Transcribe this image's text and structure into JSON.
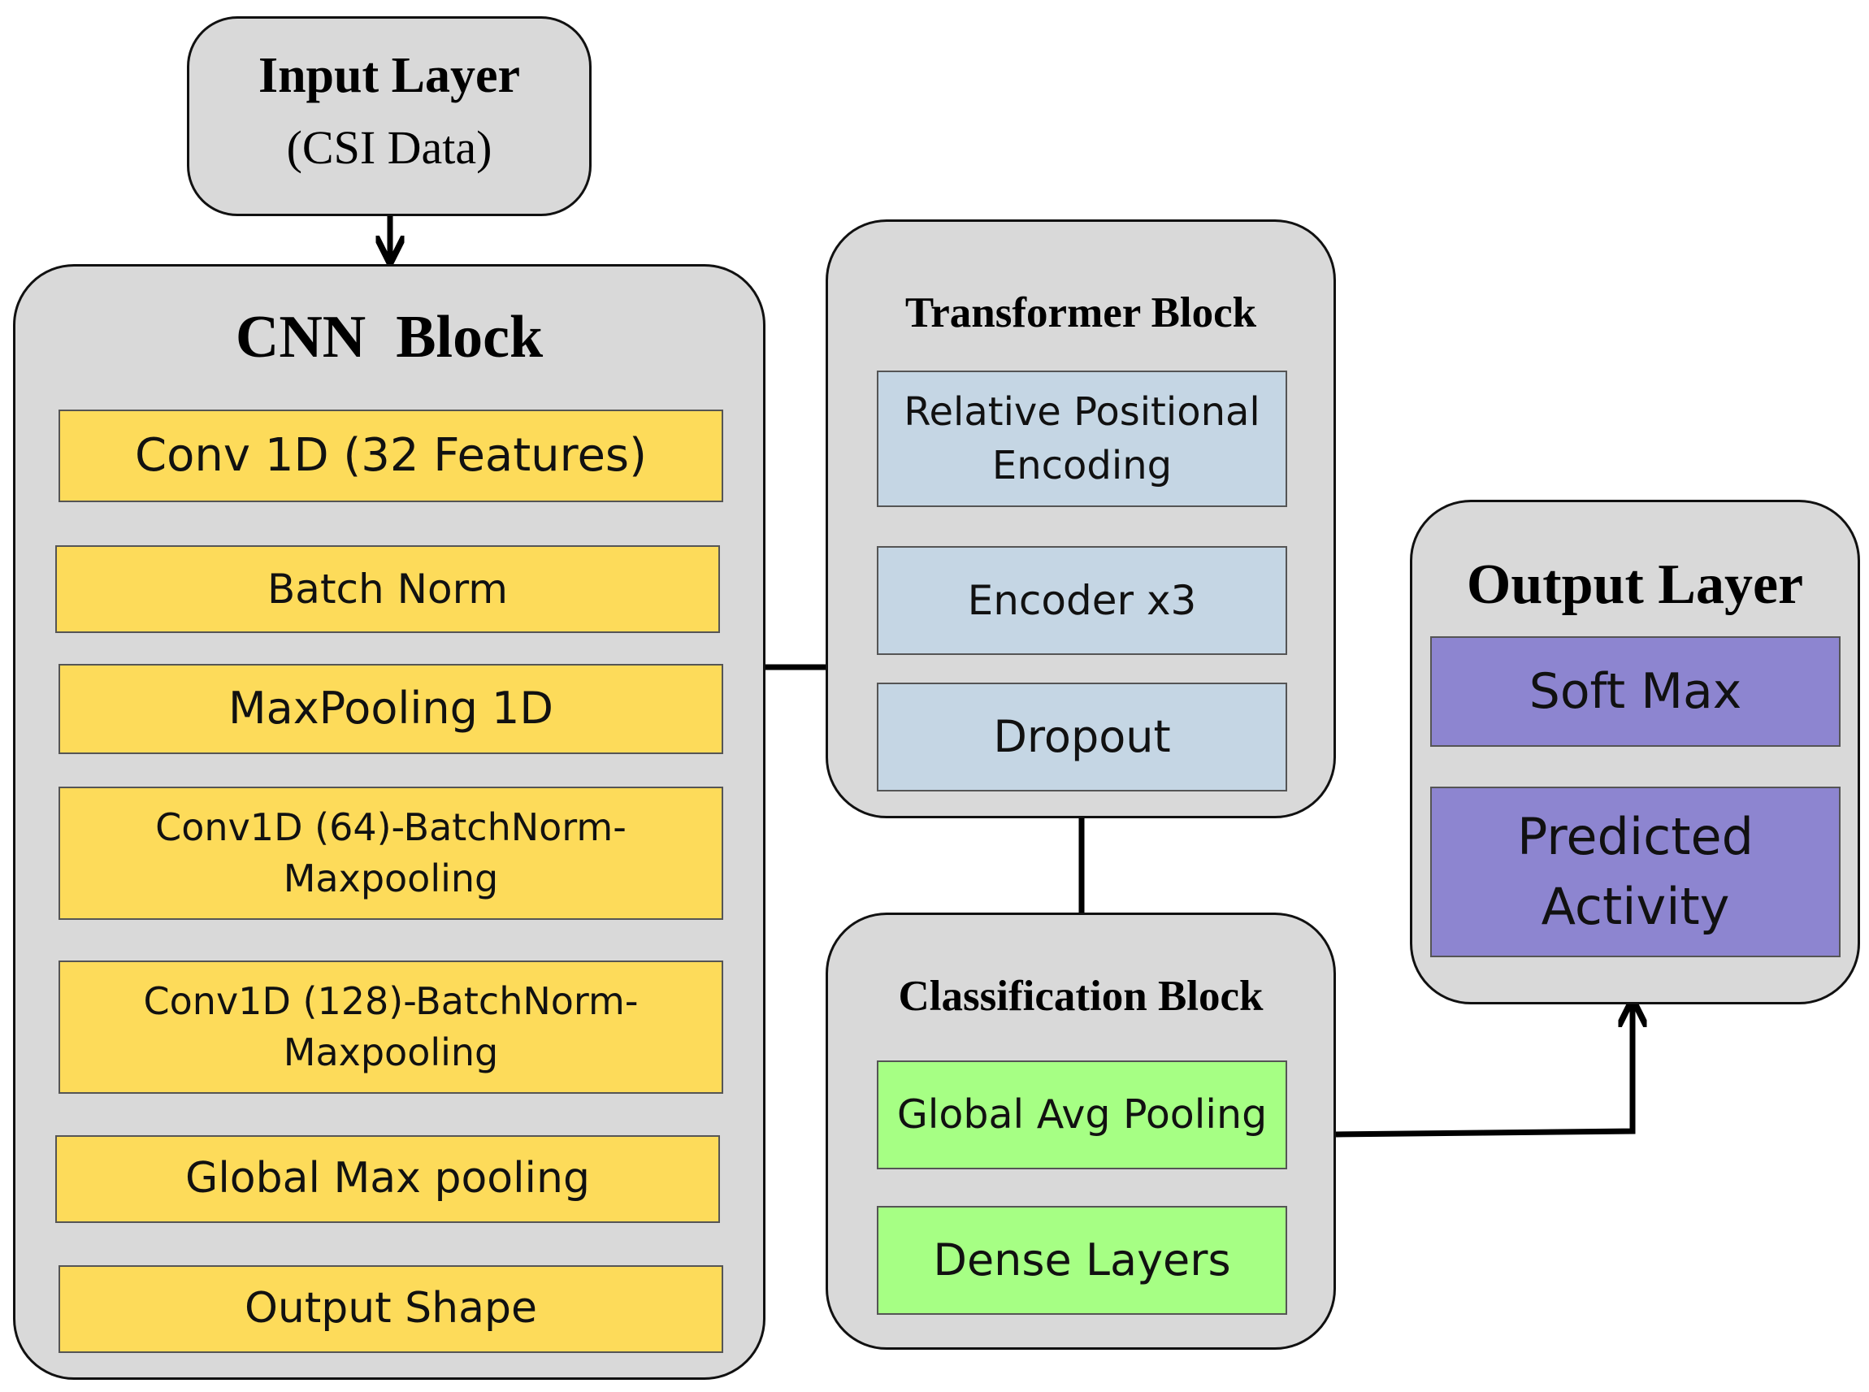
{
  "input_layer": {
    "title": "Input Layer",
    "subtitle": "(CSI Data)"
  },
  "cnn_block": {
    "title": "CNN  Block",
    "layers": [
      "Conv 1D (32 Features)",
      "Batch Norm",
      "MaxPooling 1D",
      "Conv1D (64)-BatchNorm-\nMaxpooling",
      "Conv1D (128)-BatchNorm-\nMaxpooling",
      "Global Max pooling",
      "Output Shape"
    ]
  },
  "transformer_block": {
    "title": "Transformer Block",
    "layers": [
      "Relative Positional\nEncoding",
      "Encoder x3",
      "Dropout"
    ]
  },
  "classification_block": {
    "title": "Classification Block",
    "layers": [
      "Global Avg Pooling",
      "Dense Layers"
    ]
  },
  "output_layer": {
    "title": "Output Layer",
    "layers": [
      "Soft Max",
      "Predicted\nActivity"
    ]
  },
  "colors": {
    "cnn_layer": "#fddb5a",
    "transformer_layer": "#c5d6e4",
    "classification_layer": "#a6ff84",
    "output_layer": "#8d85d0",
    "block_background": "#d9d9d9"
  }
}
